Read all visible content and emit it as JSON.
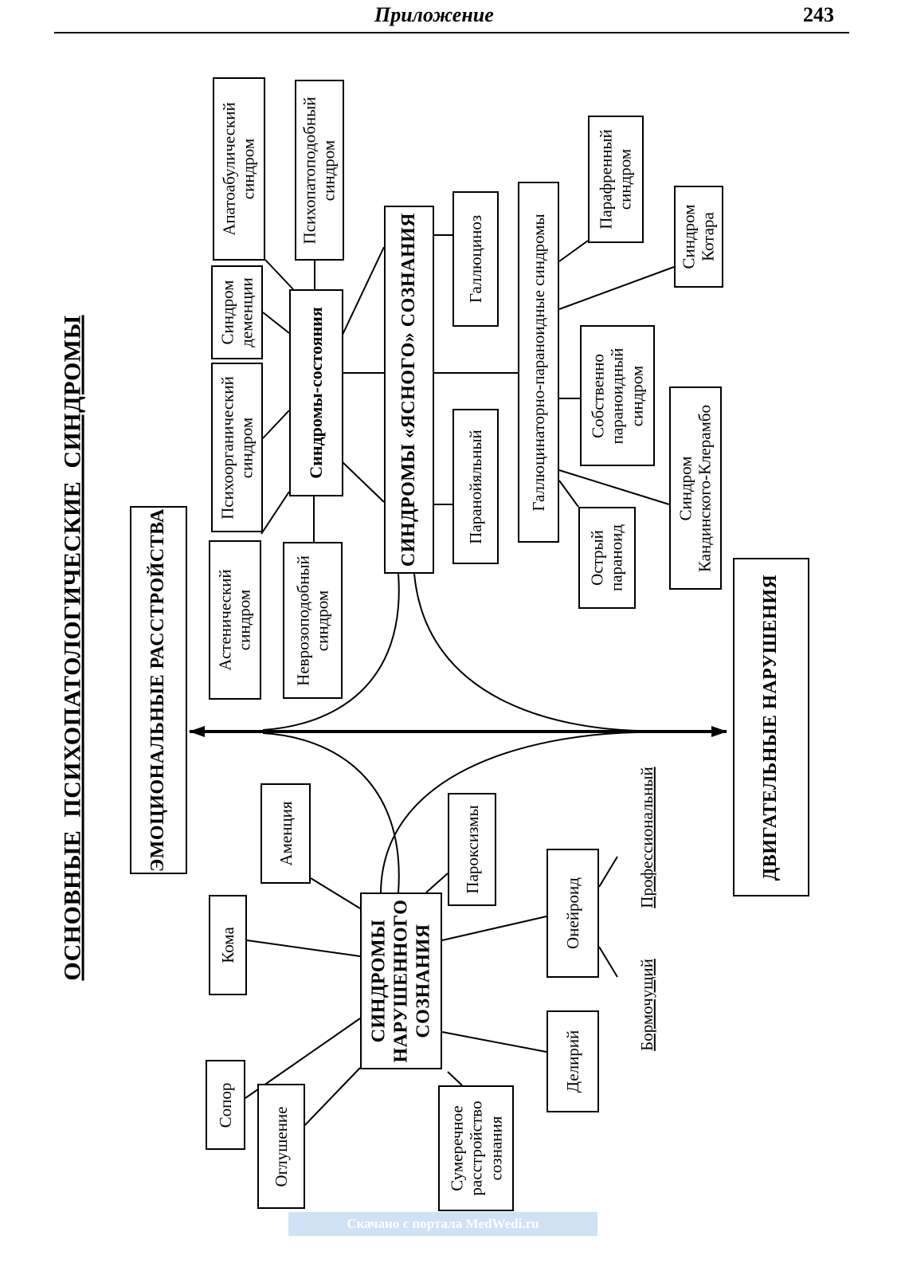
{
  "header": {
    "section": "Приложение",
    "page_number": "243"
  },
  "main_title": "ОСНОВНЫЕ  ПСИХОПАТОЛОГИЧЕСКИЕ  СИНДРОМЫ",
  "axis": {
    "left_label": "ЭМОЦИОНАЛЬНЫЕ РАССТРОЙСТВА",
    "right_label": "ДВИГАТЕЛЬНЫЕ НАРУШЕНИЯ"
  },
  "hubs": {
    "states": "Синдромы-состояния",
    "clear": "СИНДРОМЫ «ЯСНОГО» СОЗНАНИЯ",
    "clouded": "СИНДРОМЫ\nНАРУШЕННОГО\nСОЗНАНИЯ"
  },
  "state_syndromes": {
    "apatoabulic": "Апатоабулический\nсиндром",
    "psychopath": "Психопатоподобный\nсиндром",
    "dementia": "Синдром\nдеменции",
    "psychoorganic": "Психоорганический\nсиндром",
    "asthenic": "Астенический\nсиндром",
    "neurosis": "Неврозоподобный\nсиндром"
  },
  "clear_syndromes": {
    "hallucinosis": "Галлюциноз",
    "paranoial": "Паранойяльный",
    "hallucinatory_paranoid": "Галлюцинаторно-параноидные синдромы",
    "paraphrenic": "Парафренный\nсиндром",
    "cotard": "Синдром\nКотара",
    "paranoid_proper": "Собственно\nпараноидный\nсиндром",
    "kandinsky": "Синдром\nКандинского-Клерамбо",
    "acute_paranoid": "Острый\nпараноид"
  },
  "clouded_syndromes": {
    "amentia": "Аменция",
    "paroxysms": "Пароксизмы",
    "coma": "Кома",
    "oneiroid": "Онейроид",
    "professional": "Профессиональный",
    "mussitating": "Бормочущий",
    "delirium": "Делирий",
    "sopor": "Сопор",
    "stunning": "Оглушение",
    "twilight": "Сумеречное\nрасстройство\nсознания"
  },
  "footer": "Скачано с портала MedWedi.ru"
}
